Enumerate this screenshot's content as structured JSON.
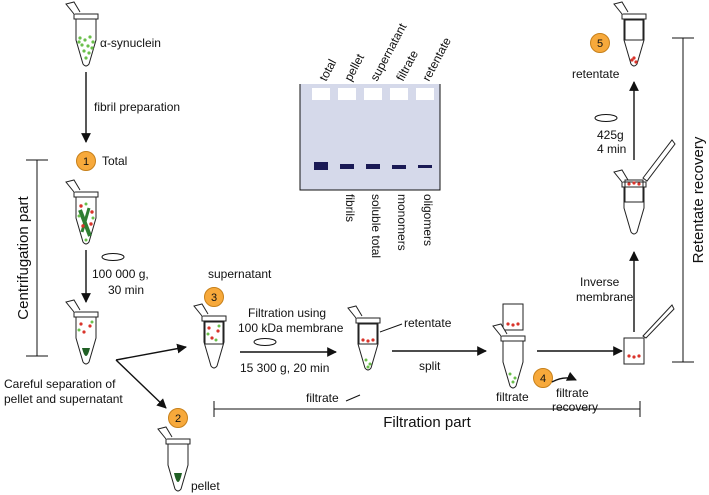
{
  "labels": {
    "protein": "α-synuclein",
    "fibril_prep": "fibril preparation",
    "total": "Total",
    "centrifuge_speed": "100 000 g,",
    "centrifuge_time": "30 min",
    "centrifugation_part": "Centrifugation part",
    "careful_sep_1": "Careful separation of",
    "careful_sep_2": "pellet and supernatant",
    "pellet": "pellet",
    "supernatant": "supernatant",
    "filtration_using_1": "Filtration using",
    "filtration_using_2": "100 kDa membrane",
    "filtration_speed": "15 300 g, 20 min",
    "retentate_mid": "retentate",
    "filtrate_mid": "filtrate",
    "split": "split",
    "filtrate_right": "filtrate",
    "filtrate_recovery_1": "filtrate",
    "filtrate_recovery_2": "recovery",
    "filtration_part": "Filtration part",
    "inverse_1": "Inverse",
    "inverse_2": "membrane",
    "spin_speed": "425g",
    "spin_time": "4 min",
    "retentate_top": "retentate",
    "retentate_recovery": "Retentate recovery"
  },
  "steps": [
    "1",
    "2",
    "3",
    "4",
    "5"
  ],
  "gel": {
    "lanes": [
      "total",
      "pellet",
      "supernatant",
      "filtrate",
      "retentate"
    ],
    "bands": [
      "fibrils",
      "soluble total",
      "monomers",
      "oligomers"
    ]
  },
  "colors": {
    "step_badge": "#f7a93b",
    "gel_background": "#d5d9ea",
    "band": "#1a1a55",
    "fibril_green": "#2e7d32",
    "dot_green": "#6abf4b",
    "dot_red": "#d9342b"
  }
}
